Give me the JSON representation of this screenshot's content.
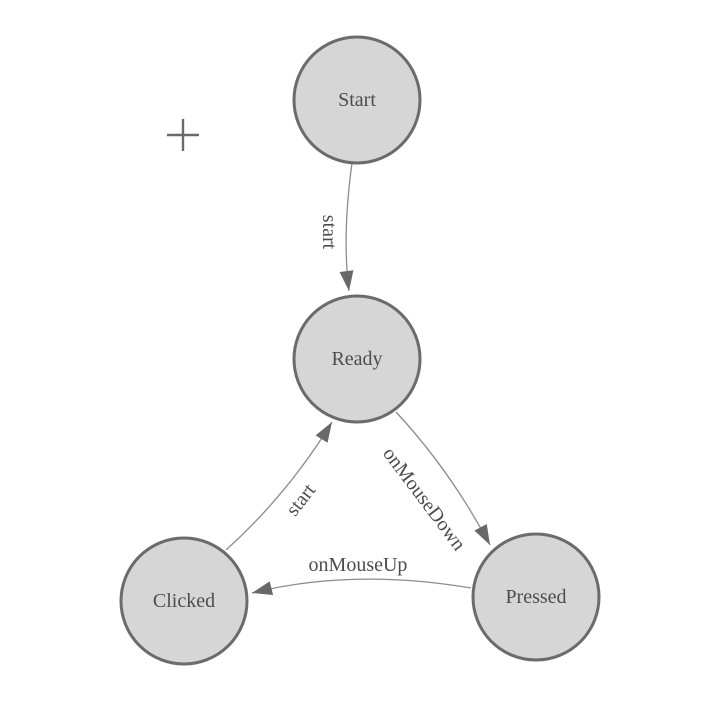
{
  "colors": {
    "background": "#ffffff",
    "node_fill": "#d6d6d6",
    "node_stroke": "#6b6b6b",
    "edge_stroke": "#8c8c8c",
    "arrow_fill": "#686868",
    "label_text": "#4d4d4d",
    "crosshair": "#6a6a6a"
  },
  "diagram": {
    "type": "state-machine",
    "cursor_marker": "crosshair-icon"
  },
  "nodes": [
    {
      "id": "start",
      "label": "Start"
    },
    {
      "id": "ready",
      "label": "Ready"
    },
    {
      "id": "clicked",
      "label": "Clicked"
    },
    {
      "id": "pressed",
      "label": "Pressed"
    }
  ],
  "edges": [
    {
      "id": "start-to-ready",
      "from": "Start",
      "to": "Ready",
      "label": "start"
    },
    {
      "id": "ready-to-pressed",
      "from": "Ready",
      "to": "Pressed",
      "label": "onMouseDown"
    },
    {
      "id": "pressed-to-clicked",
      "from": "Pressed",
      "to": "Clicked",
      "label": "onMouseUp"
    },
    {
      "id": "clicked-to-ready",
      "from": "Clicked",
      "to": "Ready",
      "label": "start"
    }
  ]
}
